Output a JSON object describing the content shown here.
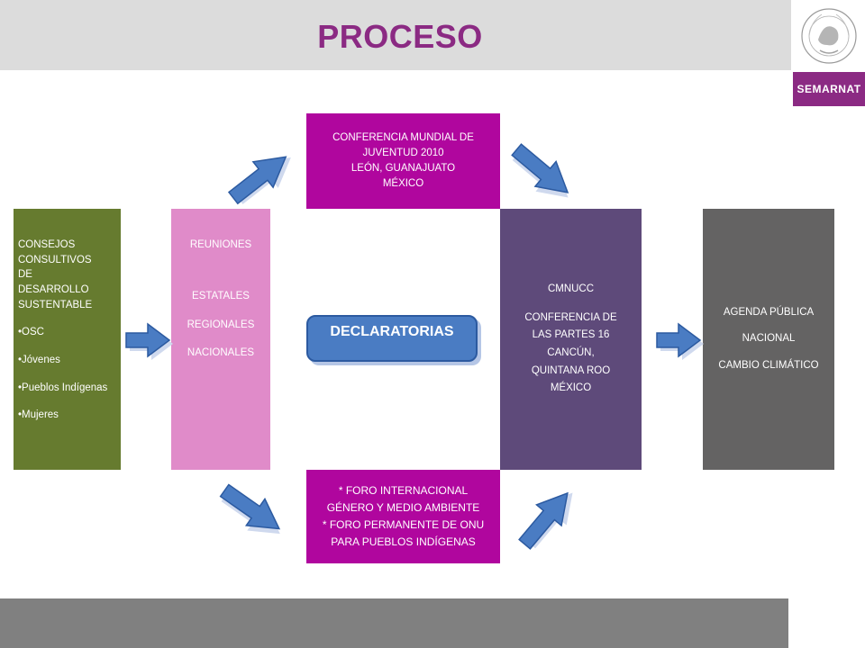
{
  "header": {
    "title": "PROCESO",
    "logo_text": "SEMARNAT"
  },
  "colors": {
    "title": "#8b2a83",
    "green": "#667b2f",
    "pink": "#e08bc9",
    "magenta": "#b0069e",
    "purple": "#5e4a7a",
    "gray": "#646363",
    "arrow": "#4a7cc3"
  },
  "boxes": {
    "consejos": {
      "title": [
        "CONSEJOS",
        "CONSULTIVOS",
        "DE",
        "DESARROLLO",
        "SUSTENTABLE"
      ],
      "bullets": [
        "•OSC",
        "•Jóvenes",
        "•Pueblos Indígenas",
        "•Mujeres"
      ]
    },
    "reuniones": {
      "lines": [
        "REUNIONES",
        "ESTATALES",
        "REGIONALES",
        "NACIONALES"
      ]
    },
    "conferencia": {
      "lines": [
        "CONFERENCIA  MUNDIAL DE",
        "JUVENTUD 2010",
        "LEÓN, GUANAJUATO",
        "MÉXICO"
      ]
    },
    "cmnucc": {
      "lines": [
        "CMNUCC",
        "CONFERENCIA  DE",
        "LAS PARTES 16",
        "CANCÚN,",
        "QUINTANA  ROO",
        "MÉXICO"
      ]
    },
    "foro": {
      "lines": [
        "* FORO INTERNACIONAL",
        "GÉNERO Y MEDIO AMBIENTE",
        "* FORO PERMANENTE  DE ONU",
        "PARA PUEBLOS INDÍGENAS"
      ]
    },
    "agenda": {
      "lines": [
        "AGENDA PÚBLICA",
        "NACIONAL",
        "CAMBIO CLIMÁTICO"
      ]
    }
  },
  "declaratorias": "DECLARATORIAS"
}
